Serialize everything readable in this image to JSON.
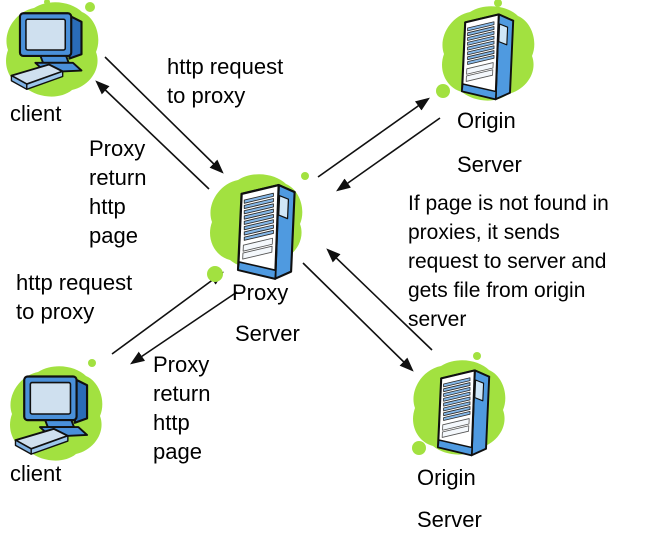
{
  "diagram": {
    "nodes": {
      "client_top": {
        "label": "client",
        "icon": "desktop-computer-icon"
      },
      "client_bottom": {
        "label": "client",
        "icon": "desktop-computer-icon"
      },
      "proxy": {
        "line1": "Proxy",
        "line2": "Server",
        "icon": "server-tower-icon"
      },
      "origin_top": {
        "line1": "Origin",
        "line2": "Server",
        "icon": "server-tower-icon"
      },
      "origin_bottom": {
        "line1": "Origin",
        "line2": "Server",
        "icon": "server-tower-icon"
      }
    },
    "edge_labels": {
      "request_top": "http request\nto proxy",
      "proxy_return_top": "Proxy\nreturn\nhttp\npage",
      "request_bottom": "http request\nto proxy",
      "proxy_return_bottom": "Proxy\nreturn\nhttp\npage"
    },
    "annotation": "If page is not found in\nproxies, it sends\nrequest to server and\ngets file from origin\nserver",
    "colors": {
      "background": "#ffffff",
      "blob_green": "#a2e140",
      "outline_black": "#101010",
      "computer_blue": "#4a90d9",
      "dark_blue": "#2a6cb8",
      "screen_light_blue": "#cfe0ef",
      "server_side_blue": "#4f9ae0",
      "slot_blue": "#86b8e8",
      "text_black": "#000000"
    }
  }
}
